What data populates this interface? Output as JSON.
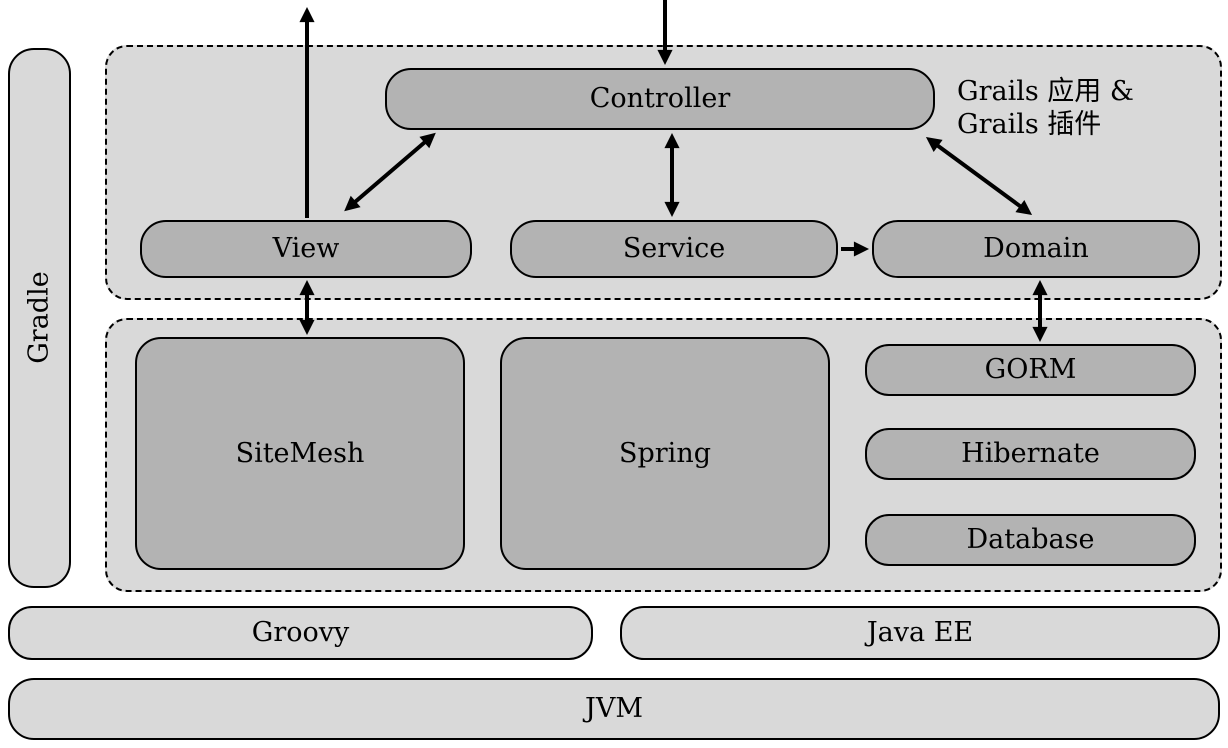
{
  "colors": {
    "page_bg": "#ffffff",
    "layer_fill": "#d9d9d9",
    "box_fill": "#b3b3b3",
    "outline": "#000000"
  },
  "sidebar": {
    "gradle_label": "Gradle"
  },
  "grails_layer": {
    "caption_line1": "Grails 应用 &",
    "caption_line2": "Grails 插件",
    "controller_label": "Controller",
    "view_label": "View",
    "service_label": "Service",
    "domain_label": "Domain"
  },
  "framework_layer": {
    "sitemesh_label": "SiteMesh",
    "spring_label": "Spring",
    "gorm_label": "GORM",
    "hibernate_label": "Hibernate",
    "database_label": "Database"
  },
  "platform_layer": {
    "groovy_label": "Groovy",
    "javaee_label": "Java EE",
    "jvm_label": "JVM"
  }
}
